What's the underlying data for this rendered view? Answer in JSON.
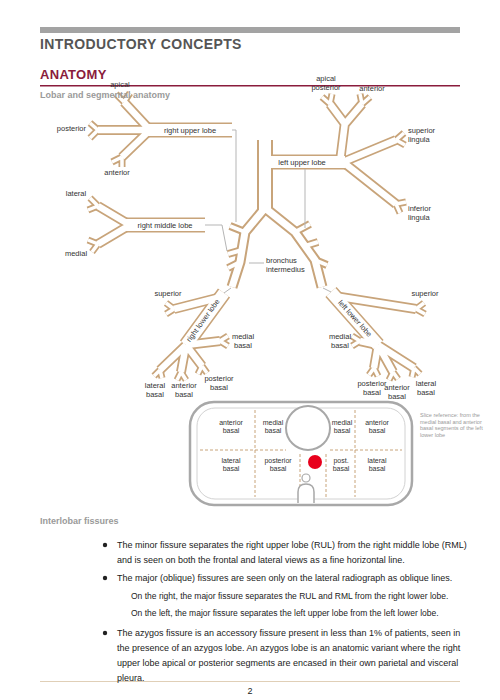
{
  "diagram": {
    "title": "INTRODUCTORY CONCEPTS",
    "labels": [
      "ANATOMY",
      "Lobar and segmental anatomy",
      "apical",
      "posterior",
      "anterior",
      "right upper lobe",
      "apical posterior",
      "anterior",
      "superior lingula",
      "left upper lobe",
      "inferior lingula",
      "lateral",
      "medial",
      "right middle lobe",
      "bronchus intermedius",
      "superior",
      "right lower lobe",
      "medial basal",
      "posterior basal",
      "lateral basal",
      "anterior basal",
      "superior",
      "left lower lobe",
      "medial basal",
      "posterior basal",
      "anterior basal",
      "lateral basal",
      "anterior basal",
      "medial basal",
      "medial basal",
      "anterior basal",
      "lateral basal",
      "posterior basal",
      "post. basal",
      "lateral basal",
      "Slice reference: from the medial basal and anterior basal segments of the left lower lobe",
      "Interlobar fissures",
      "The minor fissure separates the right upper lobe (RUL) from the right middle lobe (RML) and is seen on both the frontal and lateral views as a fine horizontal line.",
      "The major (oblique) fissures are seen only on the lateral radiograph as oblique lines.",
      "On the right, the major fissure separates the RUL and RML from the right lower lobe.",
      "On the left, the major fissure separates the left upper lobe from the left lower lobe.",
      "The azygos fissure is an accessory fissure present in less than 1% of patients, seen in the presence of an azygos lobe. An azygos lobe is an anatomic variant where the right upper lobe apical or posterior segments are encased in their own parietal and visceral pleura.",
      "2"
    ]
  }
}
